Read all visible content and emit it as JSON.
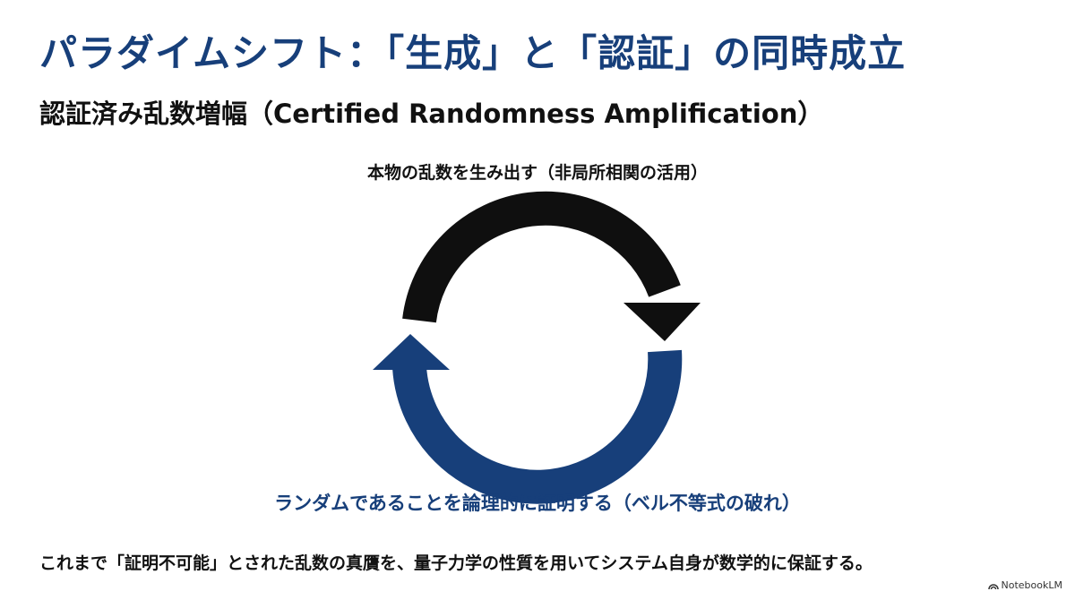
{
  "title": "パラダイムシフト：「生成」と「認証」の同時成立",
  "subtitle": "認証済み乱数増幅（Certified Randomness Amplification）",
  "cycle": {
    "top_label": "本物の乱数を生み出す（非局所相関の活用）",
    "bottom_label": "ランダムであることを論理的に証明する（ベル不等式の破れ）",
    "colors": {
      "upper_arrow": "#0f0f0f",
      "lower_arrow": "#173f7a"
    }
  },
  "footer": "これまで「証明不可能」とされた乱数の真贋を、量子力学の性質を用いてシステム自身が数学的に保証する。",
  "brand": {
    "label": "NotebookLM",
    "icon": "notebooklm-logo-icon"
  }
}
